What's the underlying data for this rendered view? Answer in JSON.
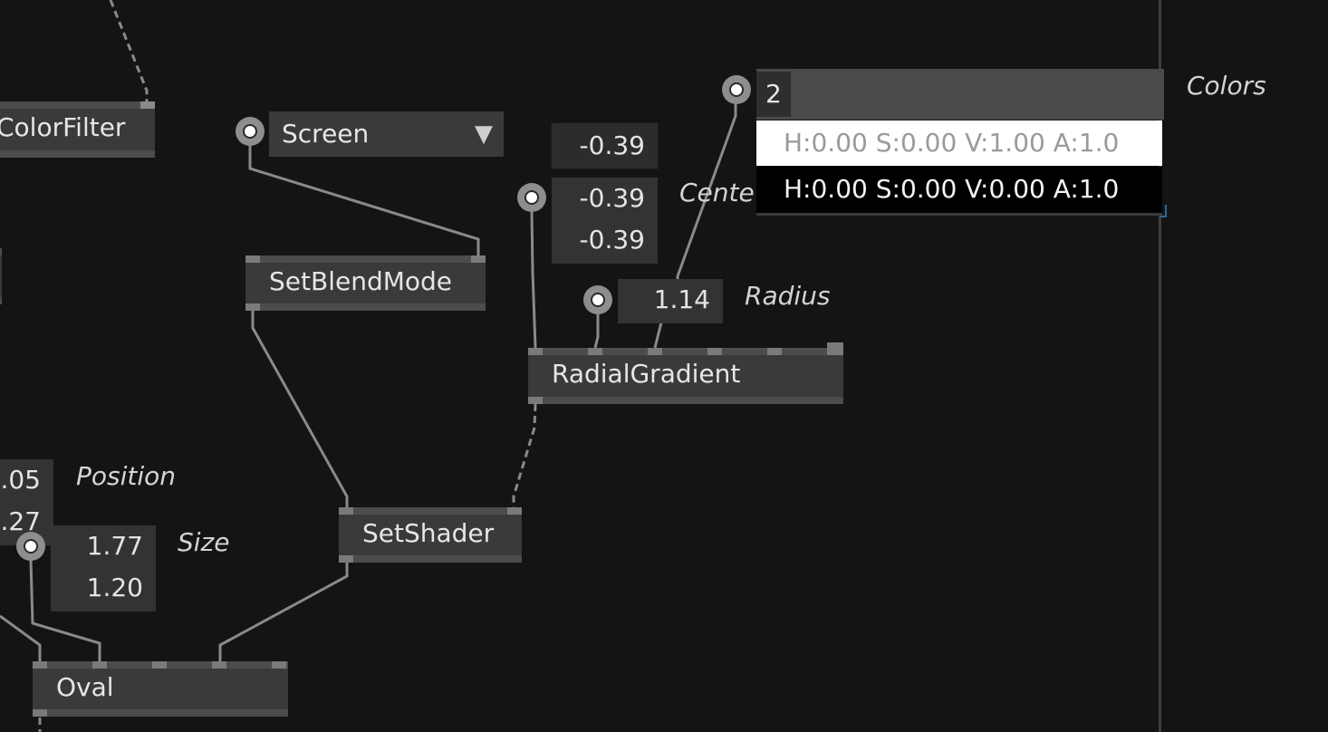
{
  "nodes": {
    "colorfilter": "ColorFilter",
    "setblendmode": "SetBlendMode",
    "radialgradient": "RadialGradient",
    "setshader": "SetShader",
    "oval": "Oval"
  },
  "blend_mode": {
    "value": "Screen",
    "arrow": "▼"
  },
  "center": {
    "label": "Cente",
    "x": "-0.39",
    "y": "-0.39",
    "tooltip": "-0.39"
  },
  "radius": {
    "label": "Radius",
    "value": "1.14"
  },
  "position": {
    "label": "Position",
    "x": ".05",
    "y": ".27"
  },
  "size": {
    "label": "Size",
    "w": "1.77",
    "h": "1.20"
  },
  "colors": {
    "label": "Colors",
    "count": "2",
    "items": [
      {
        "text": "H:0.00 S:0.00 V:1.00 A:1.0",
        "bg": "#ffffff",
        "fg": "#9a9a9a"
      },
      {
        "text": "H:0.00 S:0.00 V:0.00 A:1.0",
        "bg": "#000000",
        "fg": "#f4f4f4"
      }
    ]
  },
  "colors_theme": {
    "background": "#141415",
    "node": "#3a3a3a",
    "wire": "#8a8a8a"
  }
}
